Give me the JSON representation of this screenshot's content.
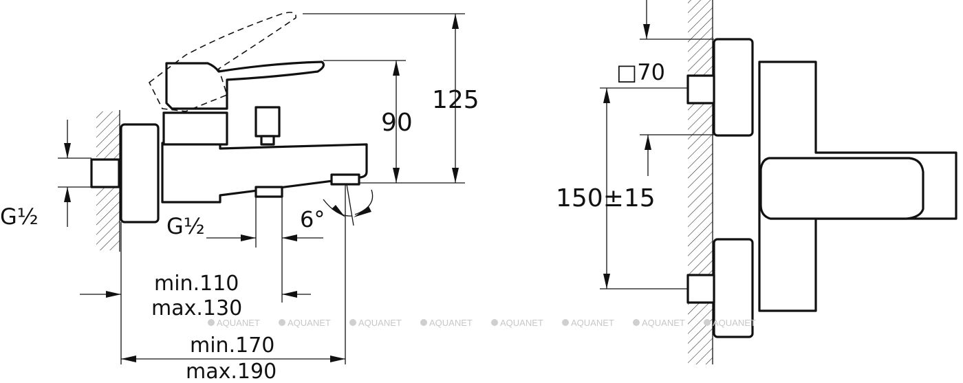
{
  "dimensions": {
    "height_total": "125",
    "height_outlet": "90",
    "centers": "150±15",
    "square": "□70",
    "thread_inlet": "G½",
    "thread_outlet": "G½",
    "angle": "6°",
    "outlet_min": "min.110",
    "outlet_max": "max.130",
    "spout_min": "min.170",
    "spout_max": "max.190"
  },
  "watermark": {
    "text": "AQUANET",
    "count": 8
  },
  "colors": {
    "line": "#111111",
    "watermark": "#c7c7c7",
    "background": "#ffffff"
  }
}
